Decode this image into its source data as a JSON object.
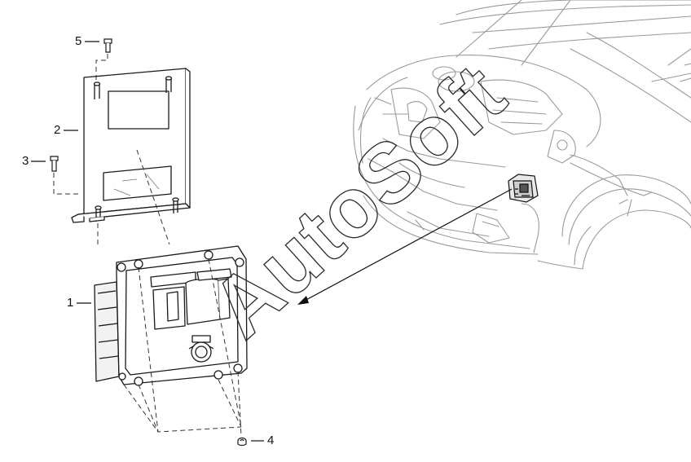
{
  "diagram": {
    "callouts": [
      {
        "id": "1",
        "label": "1"
      },
      {
        "id": "2",
        "label": "2"
      },
      {
        "id": "3",
        "label": "3"
      },
      {
        "id": "4",
        "label": "4"
      },
      {
        "id": "5",
        "label": "5"
      }
    ],
    "watermark": {
      "text": "AutoSoft"
    },
    "colors": {
      "line": "#1a1a1a",
      "car_line": "#9a9a9a",
      "dash": "#333333",
      "background": "#ffffff"
    }
  }
}
